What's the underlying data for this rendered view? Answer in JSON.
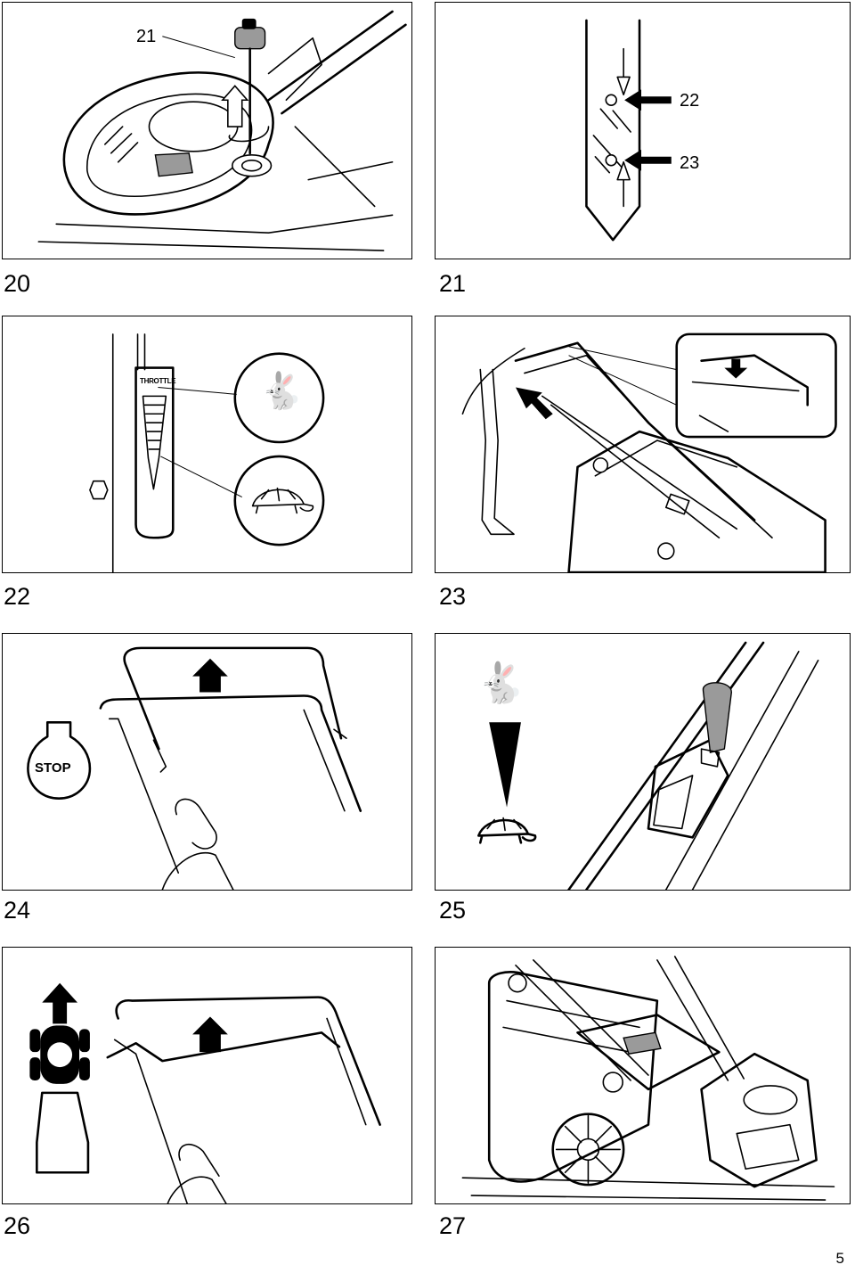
{
  "page_number": "5",
  "figures": [
    {
      "number": "20",
      "callouts": [
        "21"
      ]
    },
    {
      "number": "21",
      "callouts": [
        "22",
        "23"
      ]
    },
    {
      "number": "22",
      "label": "THROTTLE"
    },
    {
      "number": "23"
    },
    {
      "number": "24",
      "label": "STOP"
    },
    {
      "number": "25"
    },
    {
      "number": "26"
    },
    {
      "number": "27"
    }
  ]
}
